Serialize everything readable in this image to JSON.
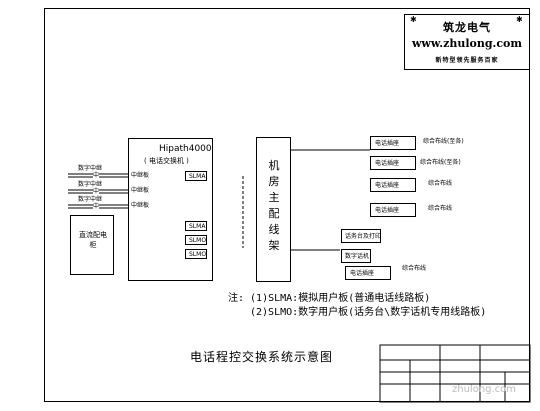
{
  "logo": {
    "name": "筑龙电气",
    "url": "www.zhulong.com",
    "slogan": "新特型领先服务百家"
  },
  "pbx": {
    "name": "Hipath4000",
    "subtitle": "( 电话交换机 )",
    "trunk_board": "中继板",
    "slma": "SLMA",
    "slmo": "SLMO"
  },
  "trunk_lines": [
    "数字中继",
    "数字中继",
    "数字中继"
  ],
  "trunk_line_mid": "中",
  "left_box": {
    "text": "直流配电柜"
  },
  "mdf": {
    "text": "机房主配线架"
  },
  "terminals": {
    "socket": "电话插座",
    "wiring_top": "综合布线(至各)",
    "wiring": "综合布线",
    "console": "话务台及打印",
    "digital_phone": "数字话机"
  },
  "notes": {
    "line1": "注: (1)SLMA:模拟用户板(普通电话线路板)",
    "line2": "(2)SLMO:数字用户板(话务台\\数字话机专用线路板)"
  },
  "diagram_title": "电话程控交换系统示意图",
  "watermark": "zhulong.com"
}
